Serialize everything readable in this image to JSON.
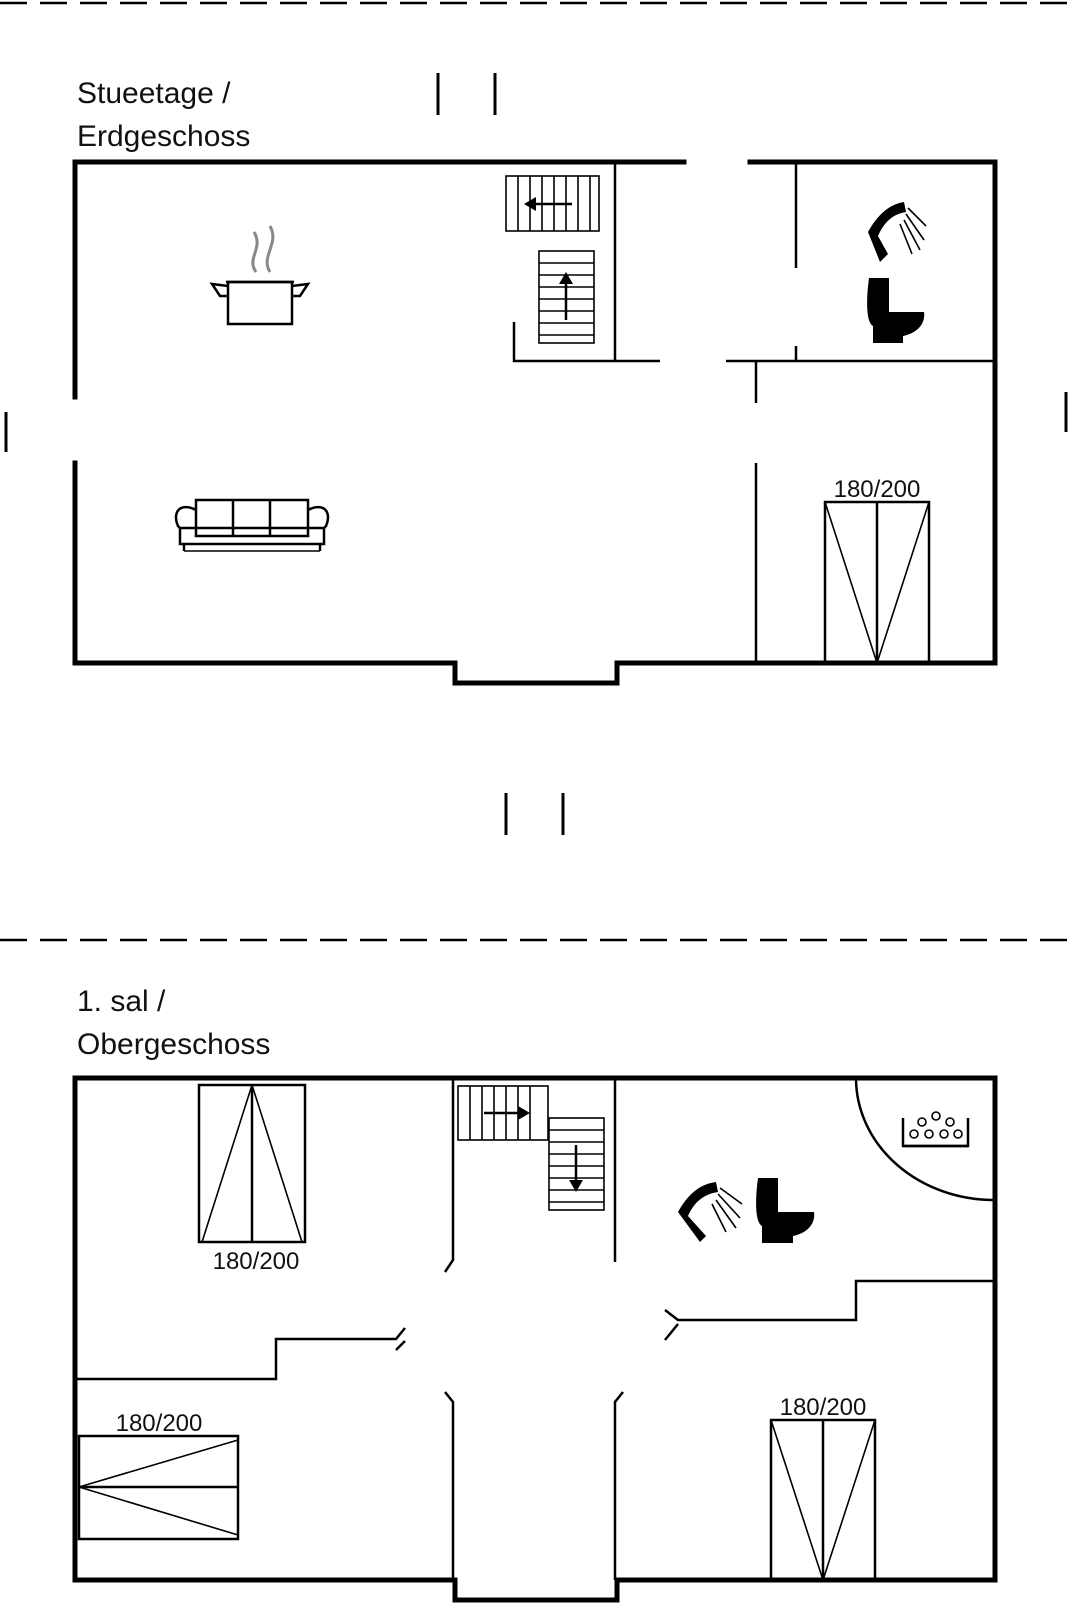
{
  "floors": [
    {
      "label_line1": "Stueetage /",
      "label_line2": "Erdgeschoss",
      "bed_sizes": [
        "180/200"
      ]
    },
    {
      "label_line1": "1. sal /",
      "label_line2": "Obergeschoss",
      "bed_sizes": [
        "180/200",
        "180/200",
        "180/200"
      ]
    }
  ],
  "icons": {
    "ground_floor": [
      "cooking-pot-icon",
      "sofa-icon",
      "stairs-icon",
      "shower-icon",
      "toilet-icon",
      "double-bed-icon"
    ],
    "first_floor": [
      "double-bed-icon",
      "stairs-icon",
      "shower-icon",
      "toilet-icon",
      "whirlpool-icon"
    ]
  },
  "colors": {
    "line": "#000000",
    "background": "#ffffff",
    "steam": "#888888"
  }
}
